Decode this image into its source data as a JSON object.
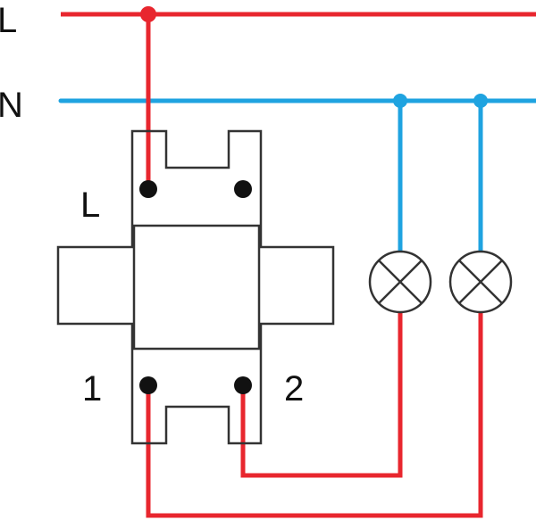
{
  "lines": {
    "live_label": "L",
    "neutral_label": "N"
  },
  "switch": {
    "input_label": "L",
    "output_1_label": "1",
    "output_2_label": "2"
  },
  "lamps": [
    {
      "id": "lamp-1",
      "icon": "lamp-icon"
    },
    {
      "id": "lamp-2",
      "icon": "lamp-icon"
    }
  ],
  "colors": {
    "live": "#e8262e",
    "neutral": "#1fa3e0",
    "outline": "#333333",
    "terminal": "#111111"
  }
}
